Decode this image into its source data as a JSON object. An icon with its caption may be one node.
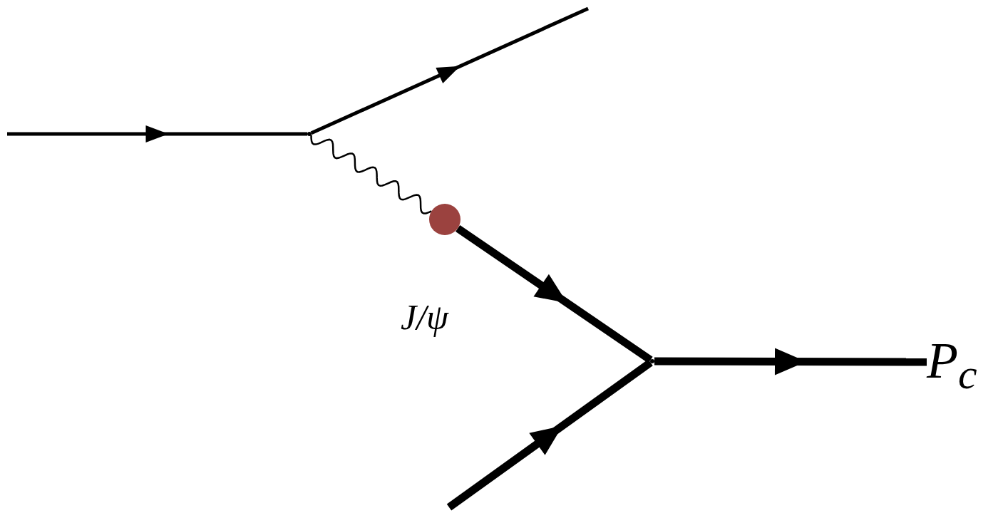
{
  "diagram": {
    "nodes": [
      {
        "text": [],
        "shape": "point"
      },
      {
        "text": [],
        "shape": "circle"
      },
      {
        "text": [],
        "shape": "point"
      },
      {
        "text": [
          "P$_{c}$"
        ]
      }
    ],
    "edges": [
      {
        "from": null,
        "to": 0,
        "arrow": "to"
      },
      {
        "from": 0,
        "to": null,
        "arrow": "to"
      },
      {
        "from": 0,
        "to": 1,
        "arrow": "none"
      },
      {
        "from": 1,
        "to": 2,
        "arrow": "to",
        "style": "thick",
        "label": "J/ψ"
      },
      {
        "from": null,
        "to": 2,
        "arrow": "to",
        "style": "thick"
      },
      {
        "from": 2,
        "to": 3,
        "arrow": "to",
        "style": "thick"
      }
    ]
  }
}
